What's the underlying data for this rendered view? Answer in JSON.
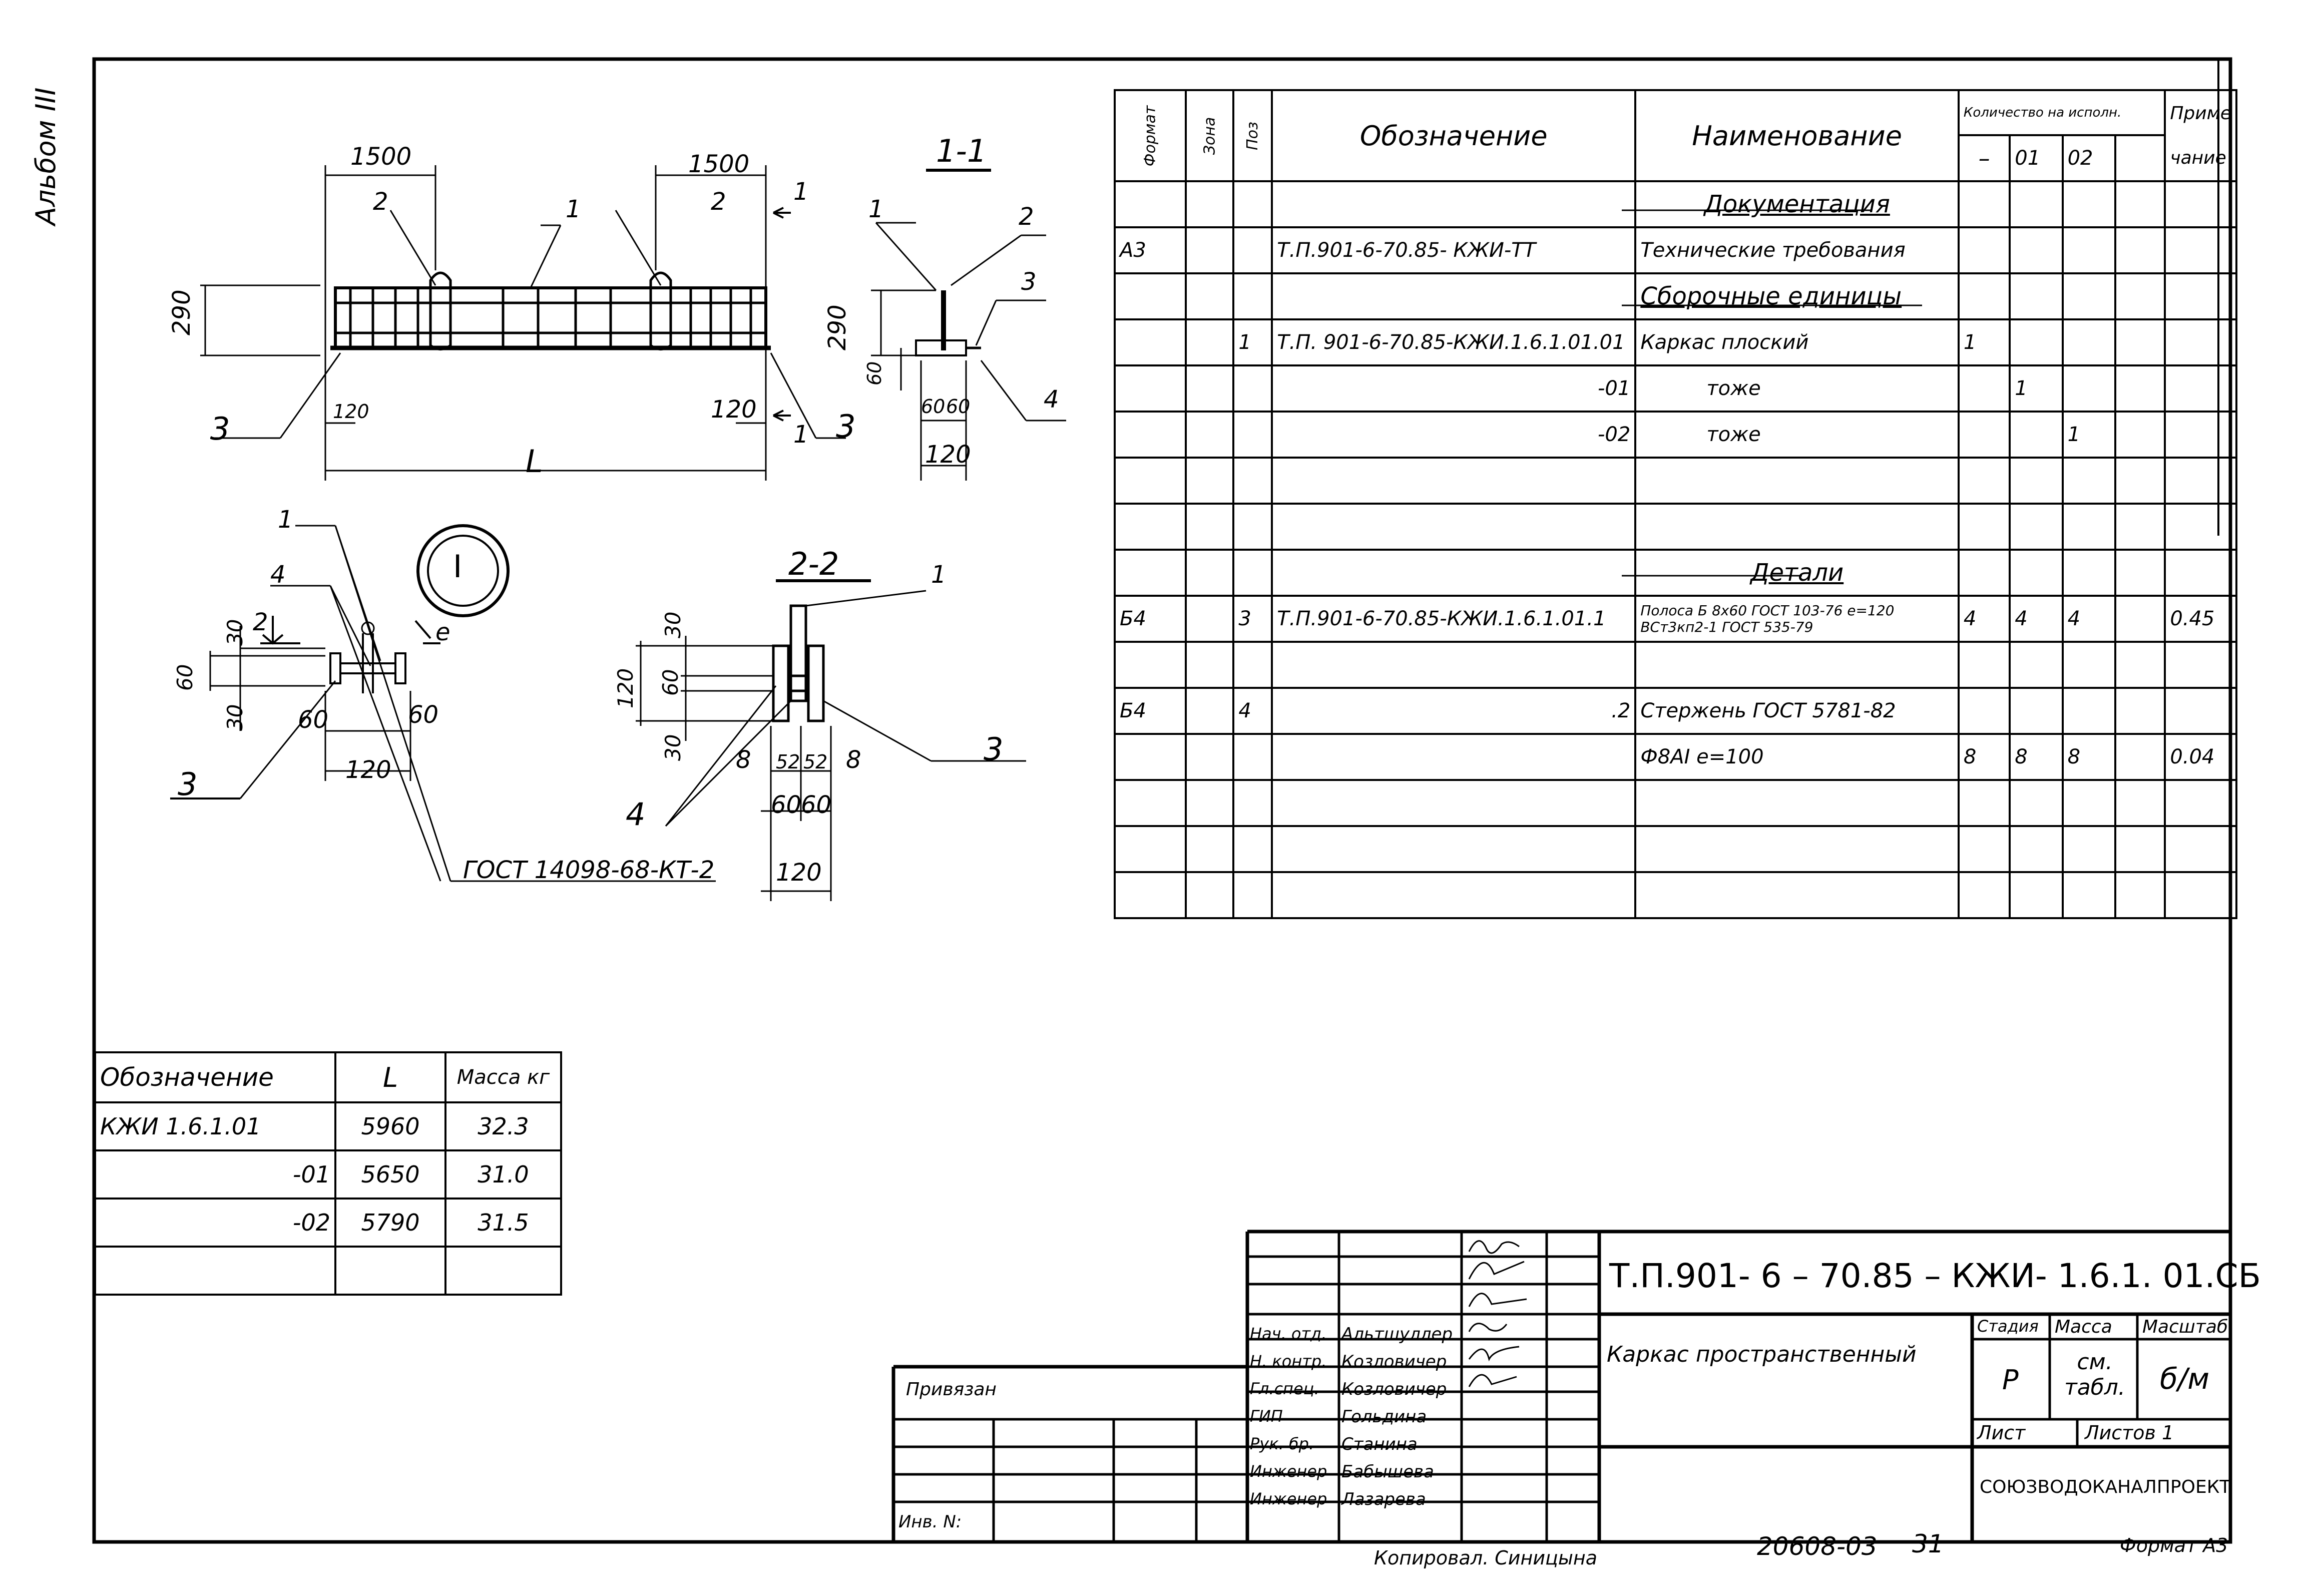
{
  "album_label": "Альбом III",
  "drawing": {
    "view_main": {
      "dim_left": "1500",
      "dim_right": "1500",
      "height": "290",
      "end_left": "120",
      "end_right": "120",
      "length": "L",
      "pos1": "1",
      "pos2a": "2",
      "pos2b": "2",
      "pos3a": "3",
      "pos3b": "3",
      "cut": "1"
    },
    "view_11": {
      "title": "1-1",
      "pos1": "1",
      "pos2": "2",
      "pos3": "3",
      "pos4": "4",
      "h290": "290",
      "h60": "60",
      "w60a": "60",
      "w60b": "60",
      "w120": "120"
    },
    "node_I": {
      "mark": "I",
      "pos1": "1",
      "pos4": "4",
      "pos3": "3",
      "d30a": "30",
      "d30b": "30",
      "d60a": "60",
      "d60b": "60",
      "d60c": "60",
      "d120": "120",
      "mark2": "2",
      "marke": "e",
      "gost": "ГОСТ 14098-68-КТ-2"
    },
    "view_22": {
      "title": "2-2",
      "pos1": "1",
      "pos3": "3",
      "pos4": "4",
      "h30a": "30",
      "h30b": "30",
      "h60": "60",
      "h120": "120",
      "w8a": "8",
      "w52a": "52",
      "w52b": "52",
      "w8b": "8",
      "w60a": "60",
      "w60b": "60",
      "w120": "120"
    }
  },
  "spec": {
    "headers": {
      "format": "Формат",
      "zone": "Зона",
      "pos": "Поз",
      "designation": "Обозначение",
      "name": "Наименование",
      "qty": "Количество на исполн.",
      "q0": "–",
      "q1": "01",
      "q2": "02",
      "note1": "Приме",
      "note2": "чание"
    },
    "rows": [
      {
        "format": "",
        "pos": "",
        "des": "",
        "name": "Документация",
        "q0": "",
        "q1": "",
        "q2": "",
        "note": ""
      },
      {
        "format": "А3",
        "pos": "",
        "des": "Т.П.901-6-70.85- КЖИ-ТТ",
        "name": "Технические требования",
        "q0": "",
        "q1": "",
        "q2": "",
        "note": ""
      },
      {
        "format": "",
        "pos": "",
        "des": "",
        "name": "Сборочные единицы",
        "q0": "",
        "q1": "",
        "q2": "",
        "note": ""
      },
      {
        "format": "",
        "pos": "1",
        "des": "Т.П. 901-6-70.85-КЖИ.1.6.1.01.01",
        "name": "Каркас плоский",
        "q0": "1",
        "q1": "",
        "q2": "",
        "note": ""
      },
      {
        "format": "",
        "pos": "",
        "des": "-01",
        "name": "тоже",
        "q0": "",
        "q1": "1",
        "q2": "",
        "note": ""
      },
      {
        "format": "",
        "pos": "",
        "des": "-02",
        "name": "тоже",
        "q0": "",
        "q1": "",
        "q2": "1",
        "note": ""
      },
      {
        "format": "",
        "pos": "",
        "des": "",
        "name": "",
        "q0": "",
        "q1": "",
        "q2": "",
        "note": ""
      },
      {
        "format": "",
        "pos": "",
        "des": "",
        "name": "",
        "q0": "",
        "q1": "",
        "q2": "",
        "note": ""
      },
      {
        "format": "",
        "pos": "",
        "des": "",
        "name": "Детали",
        "q0": "",
        "q1": "",
        "q2": "",
        "note": ""
      },
      {
        "format": "Б4",
        "pos": "3",
        "des": "Т.П.901-6-70.85-КЖИ.1.6.1.01.1",
        "name": "Полоса Б 8х60 ГОСТ 103-76 e=120 ВСт3кп2-1 ГОСТ 535-79",
        "q0": "4",
        "q1": "4",
        "q2": "4",
        "note": "0.45"
      },
      {
        "format": "",
        "pos": "",
        "des": "",
        "name": "",
        "q0": "",
        "q1": "",
        "q2": "",
        "note": ""
      },
      {
        "format": "Б4",
        "pos": "4",
        "des": ".2",
        "name": "Стержень ГОСТ 5781-82",
        "q0": "",
        "q1": "",
        "q2": "",
        "note": ""
      },
      {
        "format": "",
        "pos": "",
        "des": "",
        "name": "Ф8АI      e=100",
        "q0": "8",
        "q1": "8",
        "q2": "8",
        "note": "0.04"
      },
      {
        "format": "",
        "pos": "",
        "des": "",
        "name": "",
        "q0": "",
        "q1": "",
        "q2": "",
        "note": ""
      },
      {
        "format": "",
        "pos": "",
        "des": "",
        "name": "",
        "q0": "",
        "q1": "",
        "q2": "",
        "note": ""
      },
      {
        "format": "",
        "pos": "",
        "des": "",
        "name": "",
        "q0": "",
        "q1": "",
        "q2": "",
        "note": ""
      }
    ]
  },
  "mass_table": {
    "headers": {
      "des": "Обозначение",
      "l": "L",
      "mass": "Масса кг"
    },
    "rows": [
      {
        "des": "КЖИ 1.6.1.01",
        "l": "5960",
        "mass": "32.3"
      },
      {
        "des": "-01",
        "l": "5650",
        "mass": "31.0"
      },
      {
        "des": "-02",
        "l": "5790",
        "mass": "31.5"
      },
      {
        "des": "",
        "l": "",
        "mass": ""
      }
    ]
  },
  "title_block": {
    "code": "Т.П.901- 6 – 70.85 – КЖИ- 1.6.1. 01.СБ",
    "object": "Каркас пространственный",
    "stage_h": "Стадия",
    "mass_h": "Масса",
    "scale_h": "Масштаб",
    "stage": "Р",
    "mass": "см. табл.",
    "scale": "б/м",
    "sheet": "Лист",
    "sheets": "Листов 1",
    "org": "СОЮЗВОДОКАНАЛПРОЕКТ",
    "bound": "Привязан",
    "inv": "Инв. N:",
    "people": [
      {
        "role": "Нач. отд.",
        "name": "Альтшуллер"
      },
      {
        "role": "Н. контр.",
        "name": "Козловичер"
      },
      {
        "role": "Гл.спец.",
        "name": "Козловичер"
      },
      {
        "role": "ГИП",
        "name": "Гольдина"
      },
      {
        "role": "Рук. бр.",
        "name": "Станина"
      },
      {
        "role": "Инженер",
        "name": "Бабышева"
      },
      {
        "role": "Инженер",
        "name": "Лазарева"
      }
    ]
  },
  "footer": {
    "copied": "Копировал. Синицына",
    "number": "20608-03",
    "page": "31",
    "format": "Формат А3"
  }
}
